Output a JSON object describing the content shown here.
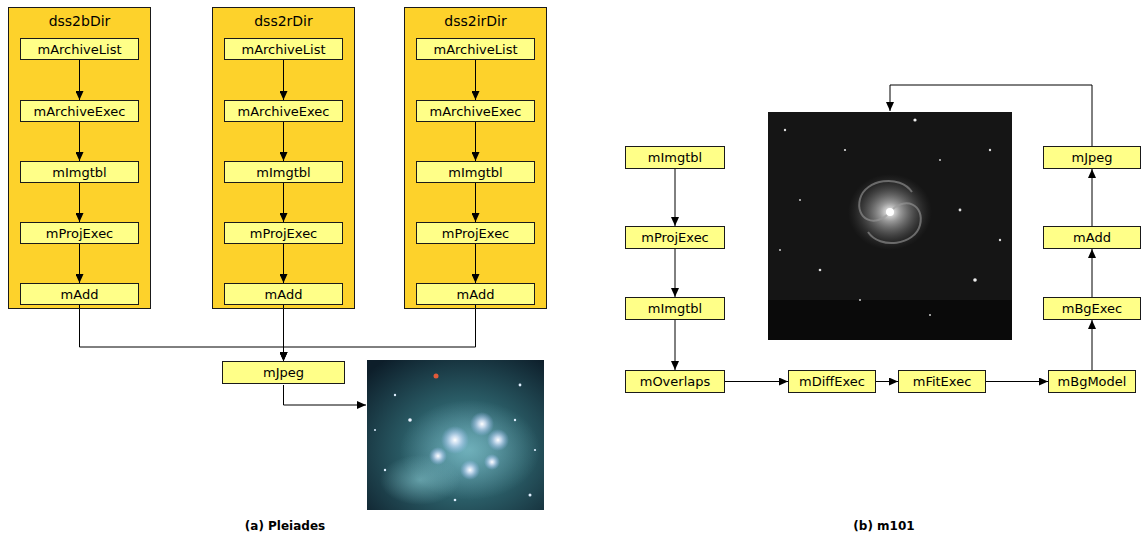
{
  "diagram": {
    "nodes": [
      {
        "text": [
          "dss2bDir"
        ]
      },
      {
        "text": [
          "mArchiveList"
        ],
        "in": 0
      },
      {
        "text": [
          "mArchiveExec"
        ],
        "in": 0
      },
      {
        "text": [
          "mImgtbl"
        ],
        "in": 0
      },
      {
        "text": [
          "mProjExec"
        ],
        "in": 0
      },
      {
        "text": [
          "mAdd"
        ],
        "in": 0
      },
      {
        "text": [
          "dss2rDir"
        ]
      },
      {
        "text": [
          "mArchiveList"
        ],
        "in": 6
      },
      {
        "text": [
          "mArchiveExec"
        ],
        "in": 6
      },
      {
        "text": [
          "mImgtbl"
        ],
        "in": 6
      },
      {
        "text": [
          "mProjExec"
        ],
        "in": 6
      },
      {
        "text": [
          "mAdd"
        ],
        "in": 6
      },
      {
        "text": [
          "dss2irDir"
        ]
      },
      {
        "text": [
          "mArchiveList"
        ],
        "in": 12
      },
      {
        "text": [
          "mArchiveExec"
        ],
        "in": 12
      },
      {
        "text": [
          "mImgtbl"
        ],
        "in": 12
      },
      {
        "text": [
          "mProjExec"
        ],
        "in": 12
      },
      {
        "text": [
          "mAdd"
        ],
        "in": 12
      },
      {
        "text": [
          "mJpeg"
        ]
      },
      {
        "text": [
          "mImgtbl"
        ]
      },
      {
        "text": [
          "mProjExec"
        ]
      },
      {
        "text": [
          "mImgtbl"
        ]
      },
      {
        "text": [
          "mOverlaps"
        ]
      },
      {
        "text": [
          "mDiffExec"
        ]
      },
      {
        "text": [
          "mFitExec"
        ]
      },
      {
        "text": [
          "mBgModel"
        ]
      },
      {
        "text": [
          "mBgExec"
        ]
      },
      {
        "text": [
          "mAdd"
        ]
      },
      {
        "text": [
          "mJpeg"
        ]
      }
    ],
    "edges": [
      {
        "from": 1,
        "to": 2,
        "arrow": "to"
      },
      {
        "from": 2,
        "to": 3,
        "arrow": "to"
      },
      {
        "from": 3,
        "to": 4,
        "arrow": "to"
      },
      {
        "from": 4,
        "to": 5,
        "arrow": "to"
      },
      {
        "from": 7,
        "to": 8,
        "arrow": "to"
      },
      {
        "from": 8,
        "to": 9,
        "arrow": "to"
      },
      {
        "from": 9,
        "to": 10,
        "arrow": "to"
      },
      {
        "from": 10,
        "to": 11,
        "arrow": "to"
      },
      {
        "from": 13,
        "to": 14,
        "arrow": "to"
      },
      {
        "from": 14,
        "to": 15,
        "arrow": "to"
      },
      {
        "from": 15,
        "to": 16,
        "arrow": "to"
      },
      {
        "from": 16,
        "to": 17,
        "arrow": "to"
      },
      {
        "from": 5,
        "to": 18,
        "arrow": "to"
      },
      {
        "from": 11,
        "to": 18,
        "arrow": "to"
      },
      {
        "from": 17,
        "to": 18,
        "arrow": "to"
      },
      {
        "from": 19,
        "to": 20,
        "arrow": "to"
      },
      {
        "from": 20,
        "to": 21,
        "arrow": "to"
      },
      {
        "from": 21,
        "to": 22,
        "arrow": "to"
      },
      {
        "from": 22,
        "to": 23,
        "arrow": "to"
      },
      {
        "from": 23,
        "to": 24,
        "arrow": "to"
      },
      {
        "from": 24,
        "to": 25,
        "arrow": "to"
      },
      {
        "from": 25,
        "to": 26,
        "arrow": "to"
      },
      {
        "from": 26,
        "to": 27,
        "arrow": "to"
      },
      {
        "from": 27,
        "to": 28,
        "arrow": "to"
      }
    ],
    "labels": [
      "(a) Pleiades",
      "(b) m101"
    ]
  }
}
